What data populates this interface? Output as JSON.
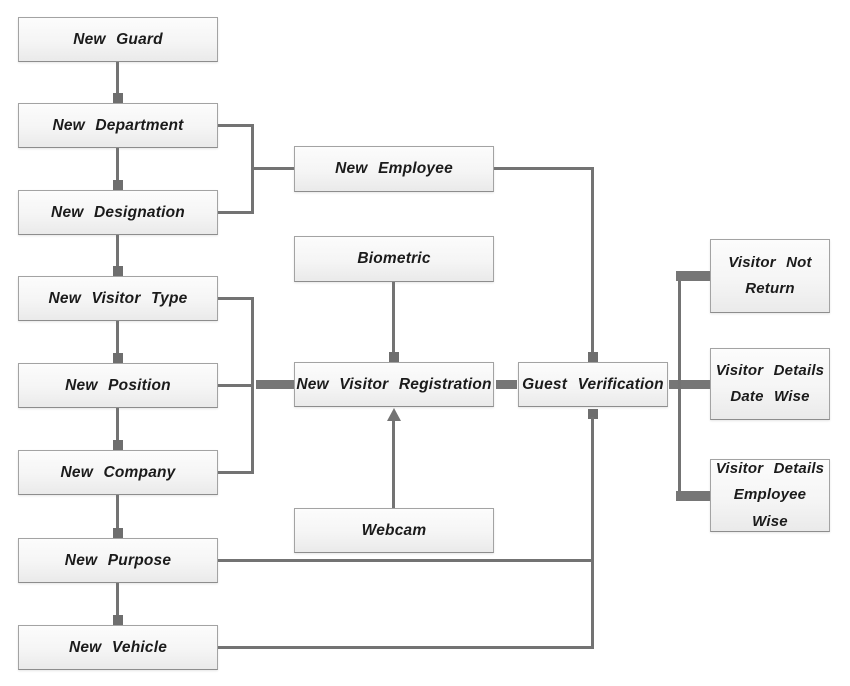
{
  "diagram": {
    "nodes": {
      "new_guard": "New Guard",
      "new_department": "New Department",
      "new_designation": "New Designation",
      "new_visitor_type": "New Visitor Type",
      "new_position": "New Position",
      "new_company": "New Company",
      "new_purpose": "New Purpose",
      "new_vehicle": "New Vehicle",
      "new_employee": "New Employee",
      "biometric": "Biometric",
      "new_visitor_registration": "New Visitor Registration",
      "webcam": "Webcam",
      "guest_verification": "Guest Verification",
      "visitor_not_return": [
        "Visitor Not",
        "Return"
      ],
      "visitor_details_date_wise": [
        "Visitor Details",
        "Date Wise"
      ],
      "visitor_details_employee_wise": [
        "Visitor Details",
        "Employee",
        "Wise"
      ]
    },
    "colors": {
      "canvas_background": "#ffffff",
      "node_background_top": "#fcfcfc",
      "node_background_bottom": "#eaeaea",
      "node_border": "#a3a3a3",
      "connector_line": "#737373",
      "endpoint_square": "#6e6e6e",
      "thick_connector": "#767676",
      "label_text": "#1b1b1b"
    }
  }
}
